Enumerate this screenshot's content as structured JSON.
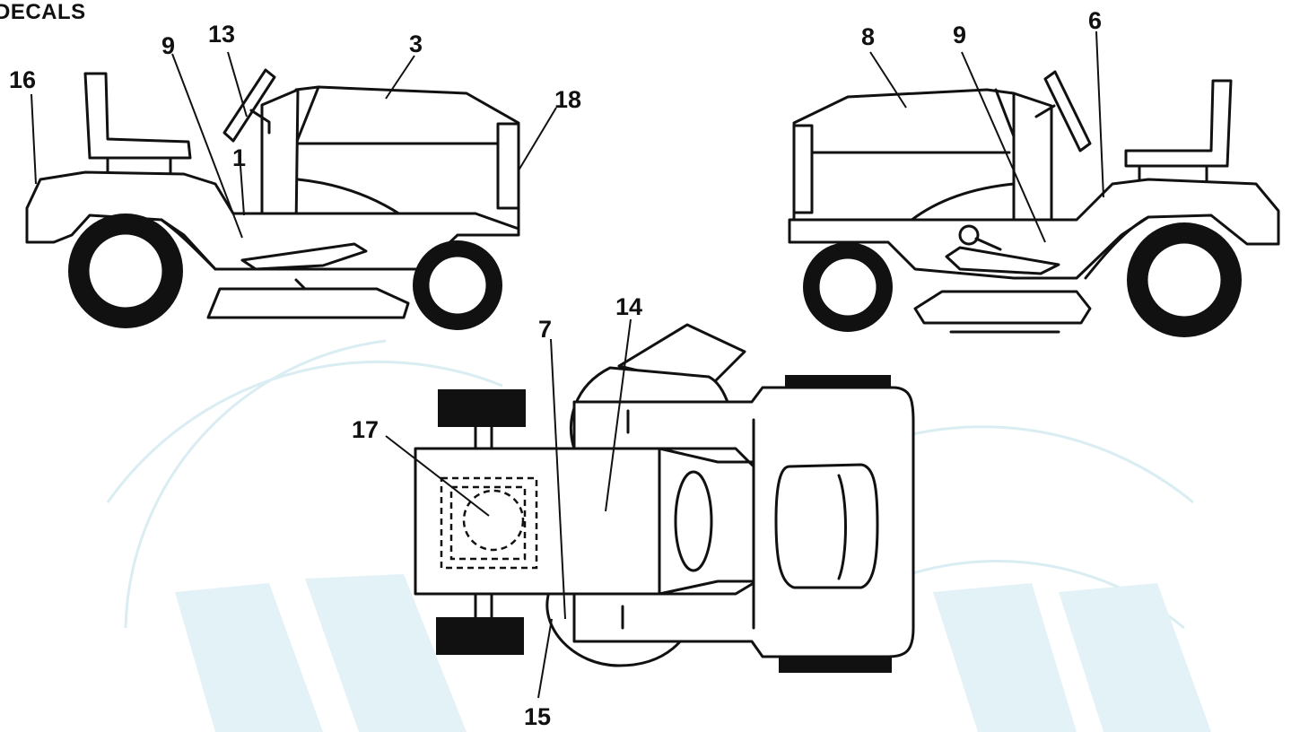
{
  "title": "DECALS",
  "callouts": {
    "c16": "16",
    "c9a": "9",
    "c13": "13",
    "c3": "3",
    "c18": "18",
    "c1": "1",
    "c8": "8",
    "c9b": "9",
    "c6": "6",
    "c14": "14",
    "c7": "7",
    "c17": "17",
    "c15": "15"
  },
  "colors": {
    "line": "#111111",
    "watermark": "#d9edf3",
    "background": "#ffffff"
  }
}
